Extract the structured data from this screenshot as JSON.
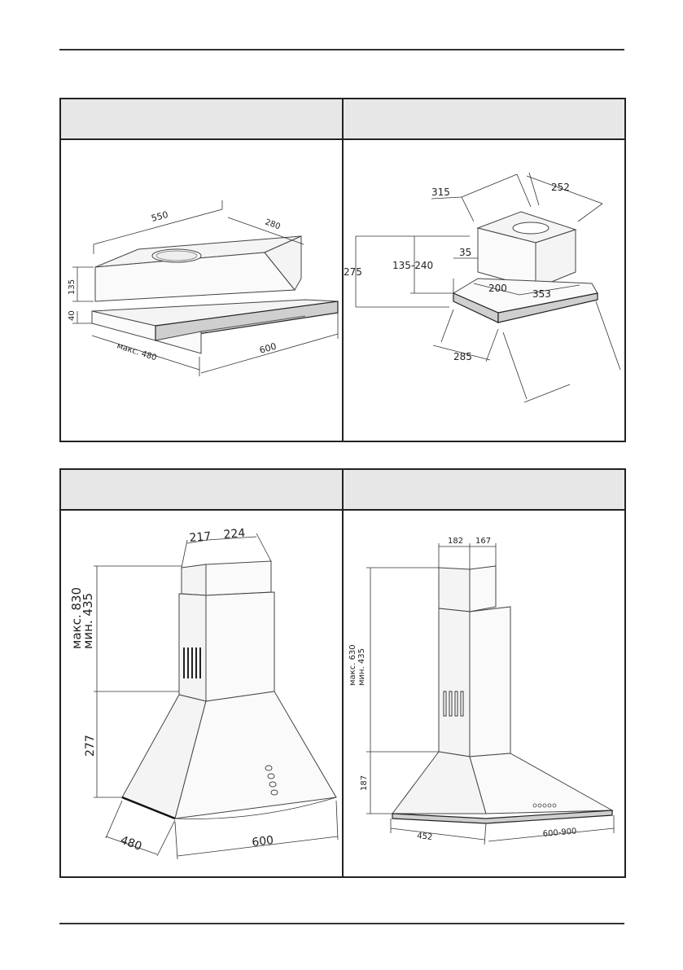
{
  "figures": {
    "slim": {
      "d_depth_top": "550",
      "d_width_top": "280",
      "d_height_body": "135",
      "d_height_base": "40",
      "d_depth_ext": "макс. 480",
      "d_width_front": "600"
    },
    "box": {
      "d_315": "315",
      "d_252": "252",
      "d_275": "275",
      "d_range": "135-240",
      "d_35": "35",
      "d_200": "200",
      "d_353": "353",
      "d_285": "285"
    },
    "dome": {
      "d_217": "217",
      "d_224": "224",
      "d_max": "макс. 830",
      "d_min": "мин. 435",
      "d_277": "277",
      "d_480": "480",
      "d_600": "600"
    },
    "pyramid": {
      "d_182": "182",
      "d_167": "167",
      "d_max": "макс. 630",
      "d_min": "мин. 435",
      "d_187": "187",
      "d_452": "452",
      "d_width": "600-900"
    }
  }
}
